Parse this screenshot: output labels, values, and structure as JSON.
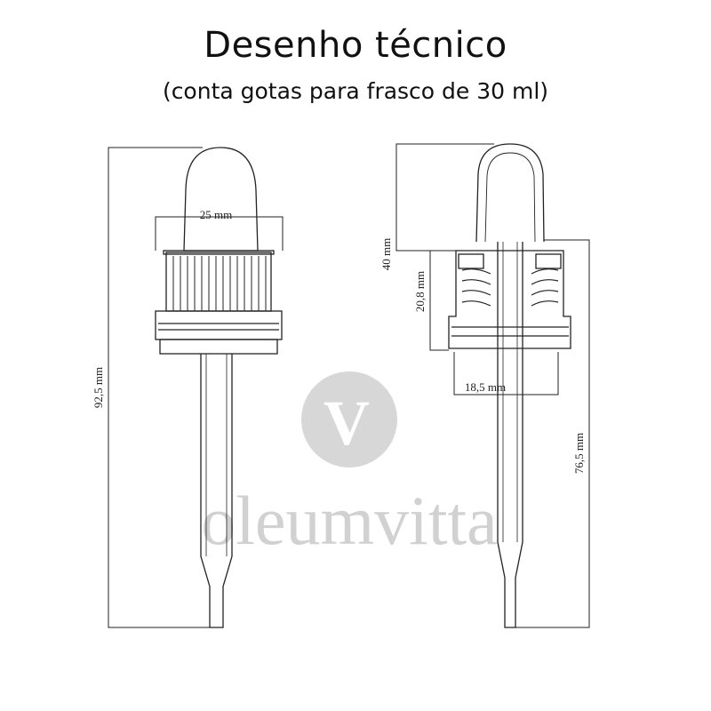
{
  "title": "Desenho técnico",
  "subtitle": "(conta gotas para frasco de 30 ml)",
  "dimensions": {
    "left_width": "25 mm",
    "left_height": "92,5 mm",
    "right_bulb_height": "40 mm",
    "right_cap_height": "20,8 mm",
    "right_cap_width": "18,5 mm",
    "right_tube_height": "76,5 mm"
  },
  "watermark": {
    "logo_letter": "V",
    "brand": "oleumvitta"
  },
  "colors": {
    "line": "#222222",
    "watermark": "#bdbdbd"
  }
}
